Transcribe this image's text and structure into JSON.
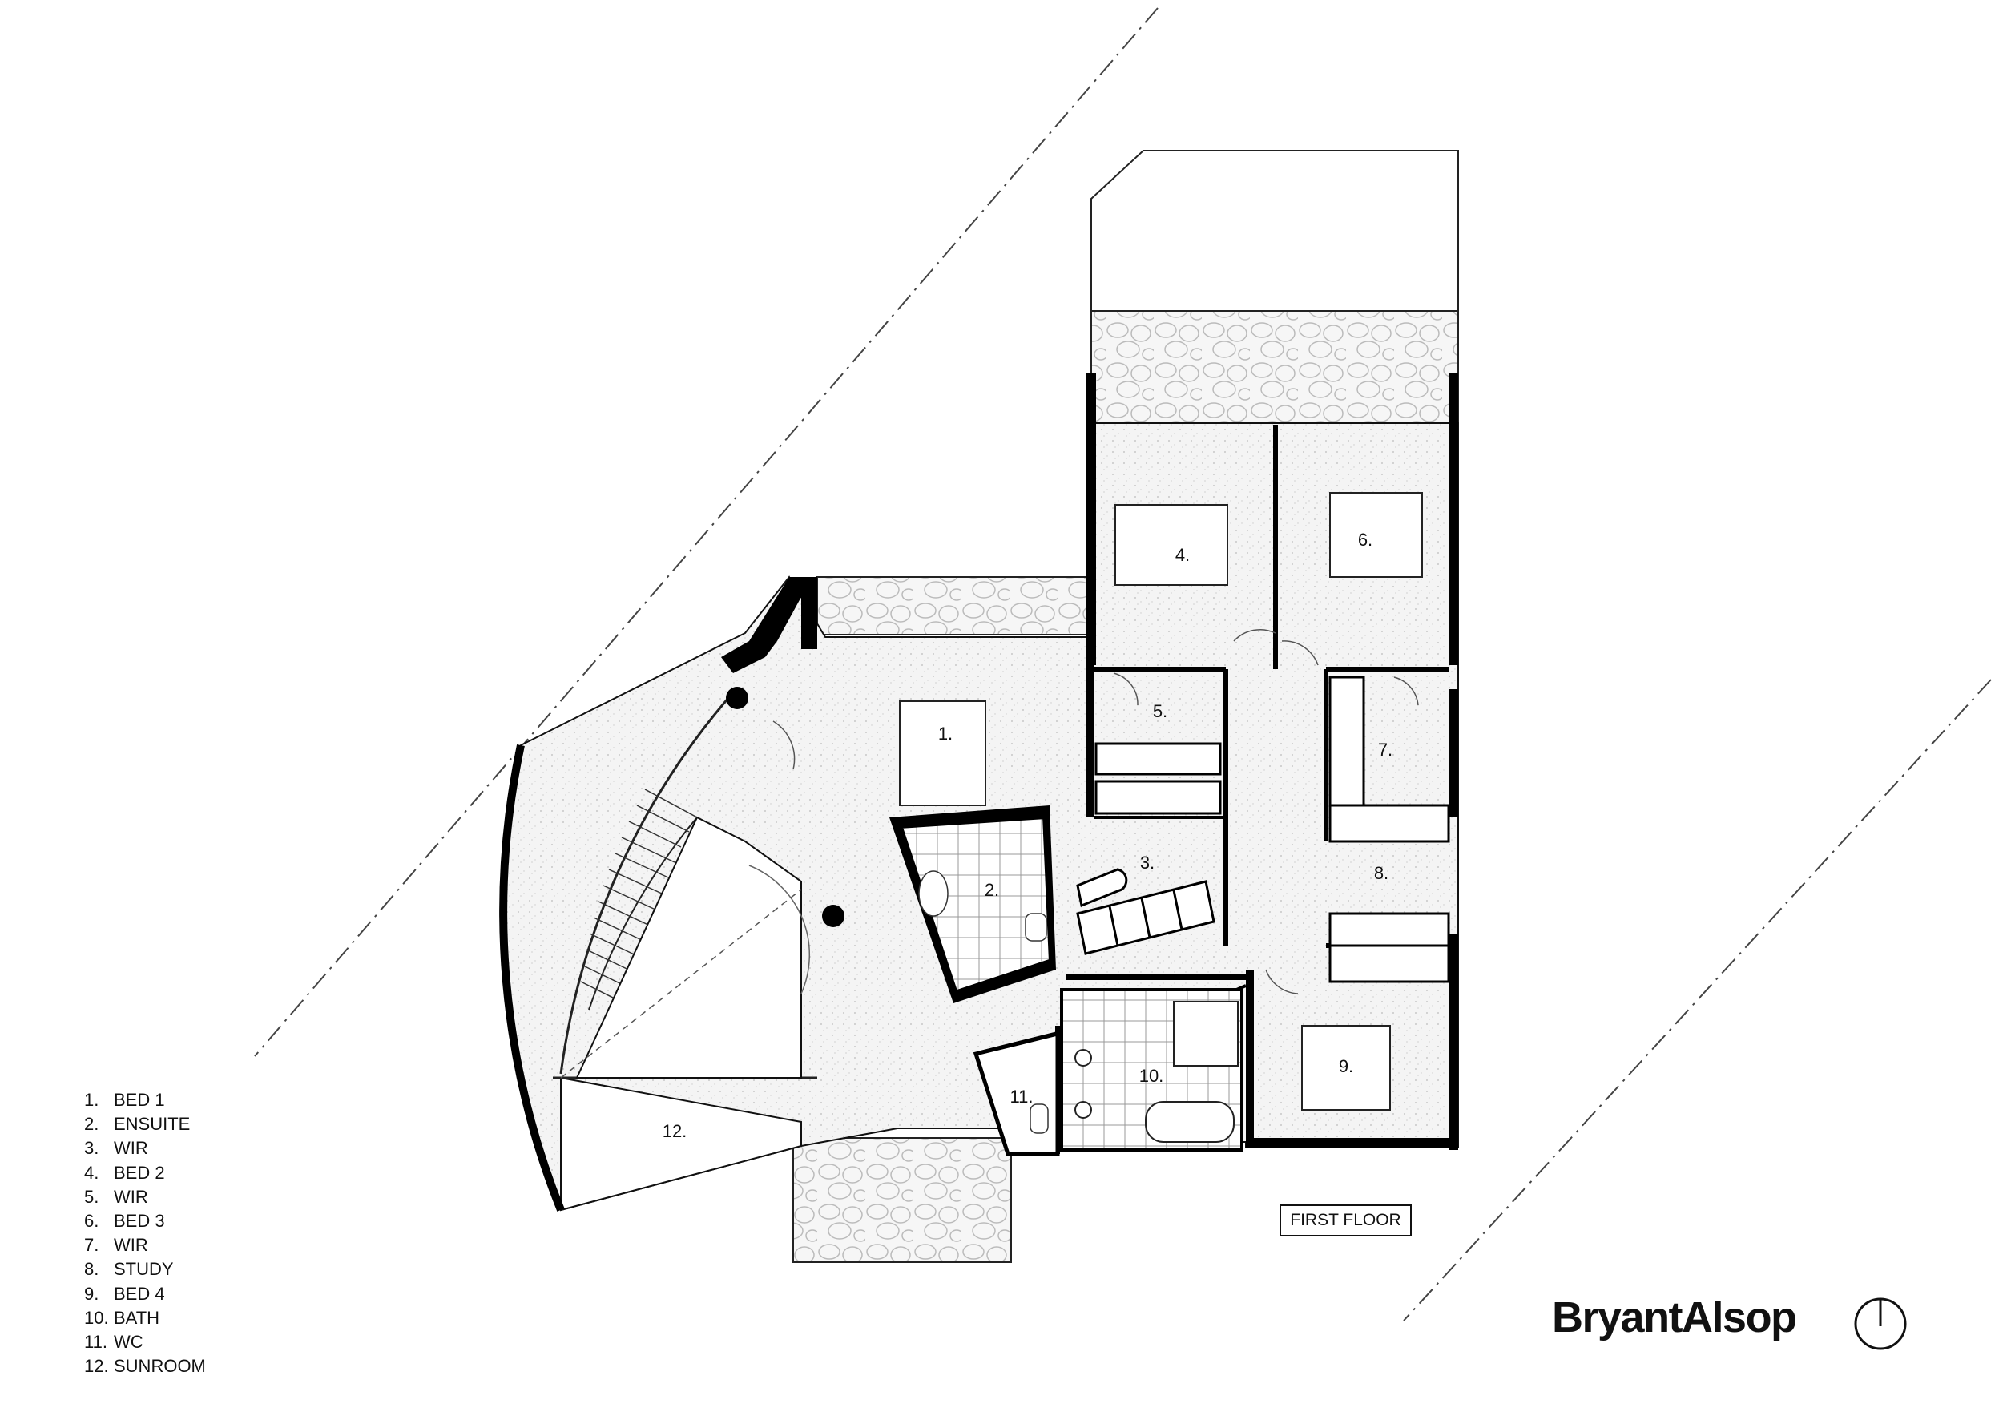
{
  "title": "FIRST FLOOR",
  "brand": "BryantAlsop",
  "icons": [
    "north-arrow-icon"
  ],
  "colors": {
    "wall": "#000000",
    "floor_fill": "#f4f4f4",
    "line": "#111111"
  },
  "rooms": [
    {
      "num": "1.",
      "name": "BED 1"
    },
    {
      "num": "2.",
      "name": "ENSUITE"
    },
    {
      "num": "3.",
      "name": "WIR"
    },
    {
      "num": "4.",
      "name": "BED 2"
    },
    {
      "num": "5.",
      "name": "WIR"
    },
    {
      "num": "6.",
      "name": "BED 3"
    },
    {
      "num": "7.",
      "name": "WIR"
    },
    {
      "num": "8.",
      "name": "STUDY"
    },
    {
      "num": "9.",
      "name": "BED 4"
    },
    {
      "num": "10.",
      "name": "BATH"
    },
    {
      "num": "11.",
      "name": "WC"
    },
    {
      "num": "12.",
      "name": "SUNROOM"
    }
  ]
}
